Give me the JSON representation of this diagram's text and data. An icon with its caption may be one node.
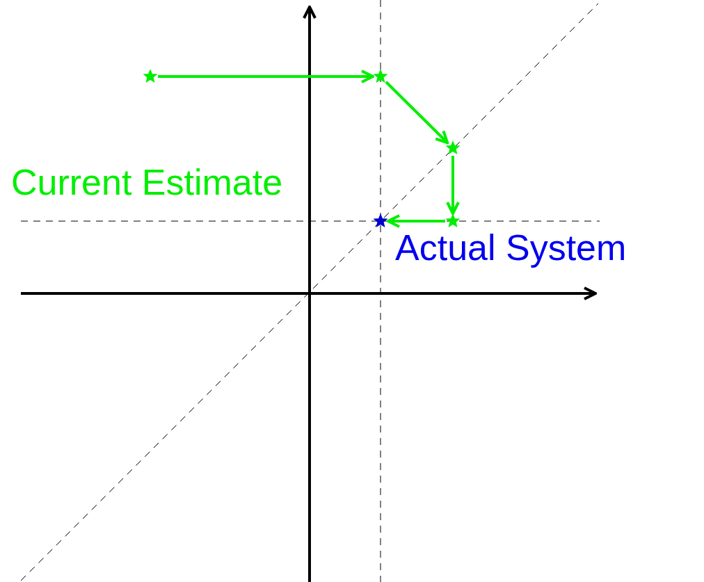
{
  "diagram": {
    "nodes": [
      {
        "text": [],
        "shape": "star"
      },
      {
        "text": [],
        "shape": "star"
      },
      {
        "text": [],
        "shape": "star"
      },
      {
        "text": [],
        "shape": "star"
      },
      {
        "text": [],
        "shape": "star"
      }
    ],
    "edges": [
      {
        "from": 0,
        "to": 1,
        "arrow": "to"
      },
      {
        "from": 1,
        "to": 2,
        "arrow": "to"
      },
      {
        "from": 2,
        "to": 3,
        "arrow": "to"
      },
      {
        "from": 3,
        "to": 4,
        "arrow": "to"
      }
    ],
    "labels": [
      "Current Estimate",
      "Actual System"
    ]
  }
}
